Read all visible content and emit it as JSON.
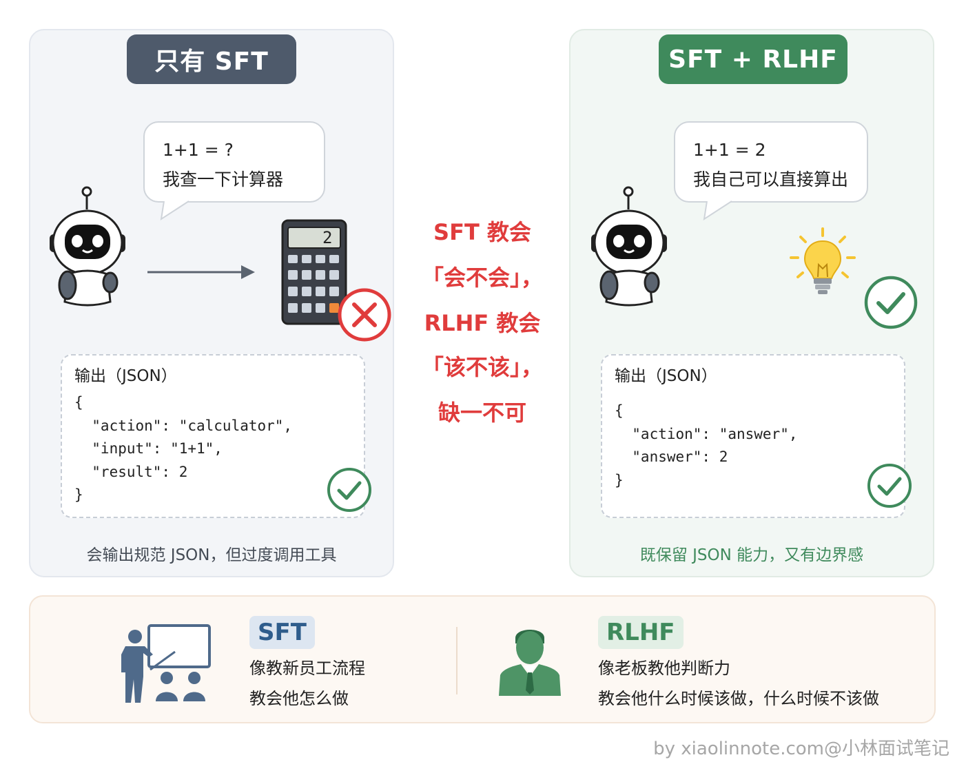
{
  "left_panel": {
    "title": "只有 SFT",
    "bubble_line1": "1+1 = ?",
    "bubble_line2": "我查一下计算器",
    "calculator_display": "2",
    "json_title": "输出（JSON）",
    "json_code": "{\n  \"action\": \"calculator\",\n  \"input\": \"1+1\",\n  \"result\": 2\n}",
    "caption": "会输出规范 JSON，但过度调用工具",
    "icons": [
      "robot-icon",
      "arrow-icon",
      "calculator-icon",
      "cross-icon",
      "check-icon"
    ]
  },
  "right_panel": {
    "title": "SFT + RLHF",
    "bubble_line1": "1+1 = 2",
    "bubble_line2": "我自己可以直接算出",
    "json_title": "输出（JSON）",
    "json_code": "{\n  \"action\": \"answer\",\n  \"answer\": 2\n}",
    "caption": "既保留 JSON 能力，又有边界感",
    "icons": [
      "robot-icon",
      "lightbulb-icon",
      "check-icon"
    ]
  },
  "center": {
    "line1": "SFT 教会",
    "line2": "「会不会」，",
    "line3": "RLHF 教会",
    "line4": "「该不该」，",
    "line5": "缺一不可"
  },
  "bottom": {
    "sft_tag": "SFT",
    "sft_line1": "像教新员工流程",
    "sft_line2": "教会他怎么做",
    "rlhf_tag": "RLHF",
    "rlhf_line1": "像老板教他判断力",
    "rlhf_line2": "教会他什么时候该做，什么时候不该做",
    "icons": [
      "teacher-icon",
      "boss-icon"
    ]
  },
  "watermark": "by xiaolinnote.com@小林面试笔记",
  "colors": {
    "red": "#e03c3c",
    "green": "#3f8a5c",
    "slate": "#4e5a6b",
    "blue_tag": "#2f5d8c"
  }
}
